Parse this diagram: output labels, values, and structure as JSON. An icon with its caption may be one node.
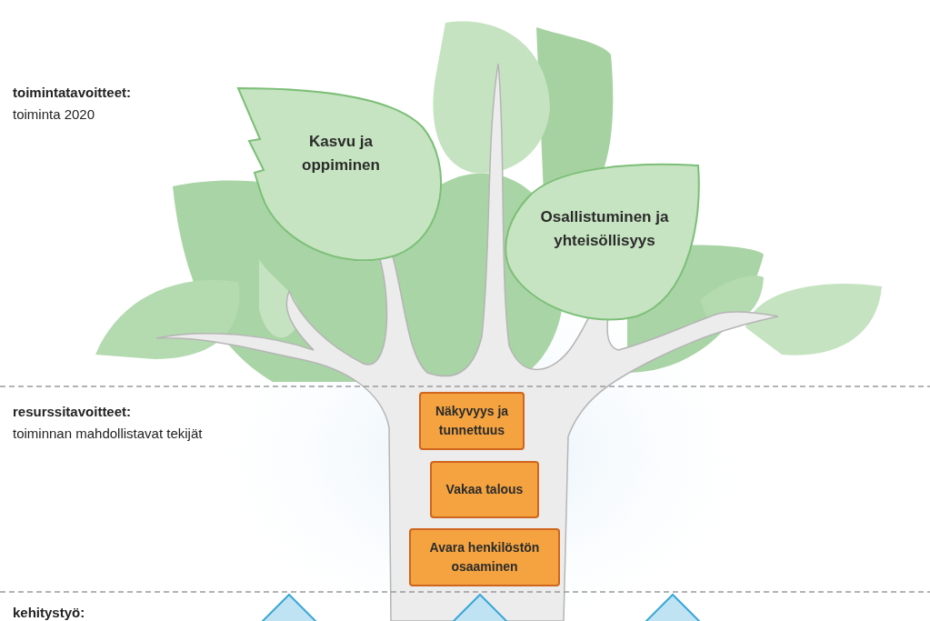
{
  "diagram": {
    "nodes": [
      {
        "text": [
          "Kasvu ja oppiminen"
        ]
      },
      {
        "text": [
          "Osallistuminen ja yhteisöllisyys"
        ]
      },
      {
        "text": [
          "Näkyvyys ja tunnettuus"
        ]
      },
      {
        "text": [
          "Vakaa talous"
        ]
      },
      {
        "text": [
          "Avara henkilöstön osaaminen"
        ]
      },
      {
        "text": [],
        "shape": "diamond"
      },
      {
        "text": [],
        "shape": "diamond"
      },
      {
        "text": [],
        "shape": "diamond"
      }
    ],
    "edges": [],
    "labels": [
      "toimintatavoitteet:",
      "toiminta 2020",
      "resurssitavoitteet:",
      "toiminnan mahdollistavat tekijät",
      "kehitystyö:"
    ]
  }
}
